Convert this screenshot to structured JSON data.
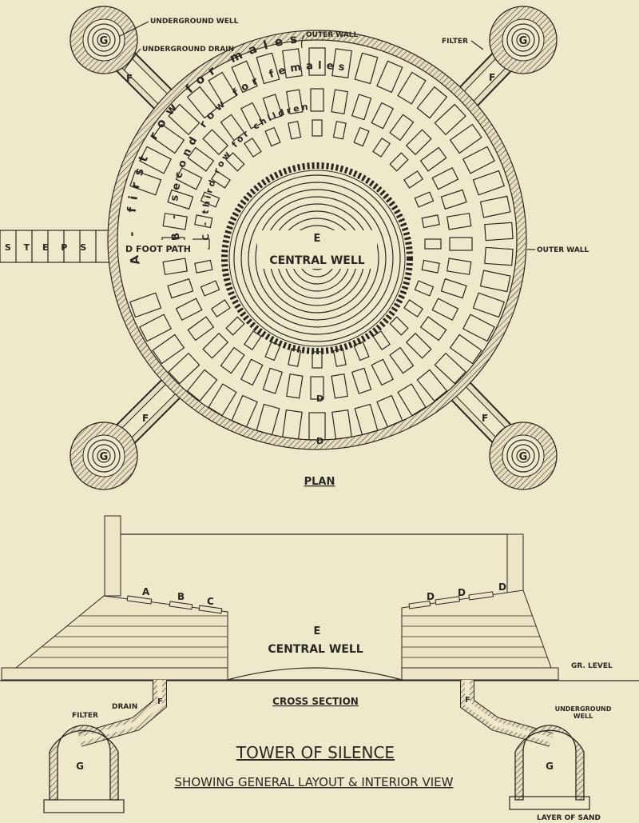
{
  "plan": {
    "labels": {
      "underground_well": "UNDERGROUND WELL",
      "underground_drain": "UNDERGROUND DRAIN",
      "outer_wall_top": "OUTER WALL",
      "outer_wall_right": "OUTER WALL",
      "filter": "FILTER",
      "steps": "S T E P S",
      "foot_path": "D FOOT PATH",
      "central_well_letter": "E",
      "central_well": "CENTRAL WELL",
      "well_letter": "G",
      "drain_letter": "F",
      "path_letter": "D"
    },
    "rows": {
      "first": "A - first row for males",
      "second": "B - second row for females",
      "third": "C - third row for children"
    },
    "title": "PLAN"
  },
  "section": {
    "labels": {
      "a": "A",
      "b": "B",
      "c": "C",
      "d": "D",
      "central_well_letter": "E",
      "central_well": "CENTRAL WELL",
      "ground_level": "GR. LEVEL",
      "drain": "DRAIN",
      "filter": "FILTER",
      "drain_letter": "F",
      "well_letter": "G",
      "underground_well": "UNDERGROUND WELL",
      "layer_of_sand": "LAYER OF SAND"
    },
    "title": "CROSS SECTION"
  },
  "main_title": "TOWER OF SILENCE",
  "subtitle": "SHOWING GENERAL LAYOUT & INTERIOR VIEW"
}
